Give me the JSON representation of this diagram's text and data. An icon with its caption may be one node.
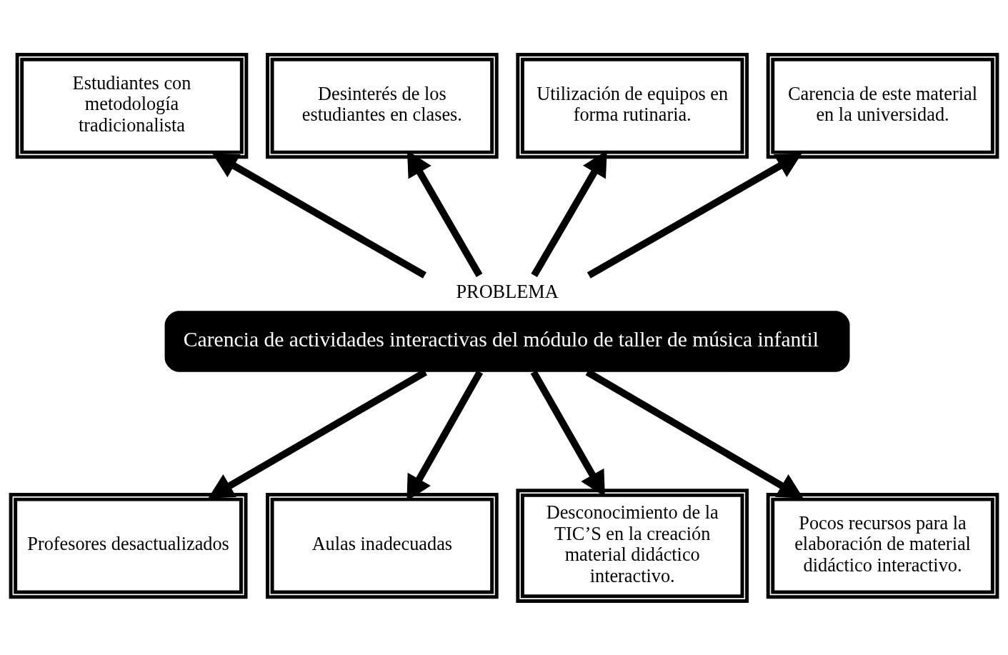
{
  "diagram": {
    "nodes": [
      {
        "text": [
          "Estudiantes con metodología tradicionalista"
        ]
      },
      {
        "text": [
          "Desinterés de los estudiantes en clases."
        ]
      },
      {
        "text": [
          "Utilización de equipos en forma rutinaria."
        ]
      },
      {
        "text": [
          "Carencia de este material en la universidad."
        ]
      },
      {
        "text": [
          "PROBLEMA",
          "Carencia de actividades interactivas del módulo de taller de música infantil"
        ]
      },
      {
        "text": [
          "Profesores desactualizados"
        ]
      },
      {
        "text": [
          "Aulas inadecuadas"
        ]
      },
      {
        "text": [
          "Desconocimiento de la TIC’S en la creación material didáctico interactivo."
        ]
      },
      {
        "text": [
          "Pocos recursos para la elaboración de material didáctico interactivo."
        ]
      }
    ],
    "edges": [
      {
        "from": 4,
        "to": 0,
        "arrow": "to"
      },
      {
        "from": 4,
        "to": 1,
        "arrow": "to"
      },
      {
        "from": 4,
        "to": 2,
        "arrow": "to"
      },
      {
        "from": 4,
        "to": 3,
        "arrow": "to"
      },
      {
        "from": 4,
        "to": 5,
        "arrow": "to"
      },
      {
        "from": 4,
        "to": 6,
        "arrow": "to"
      },
      {
        "from": 4,
        "to": 7,
        "arrow": "to"
      },
      {
        "from": 4,
        "to": 8,
        "arrow": "to"
      }
    ]
  }
}
